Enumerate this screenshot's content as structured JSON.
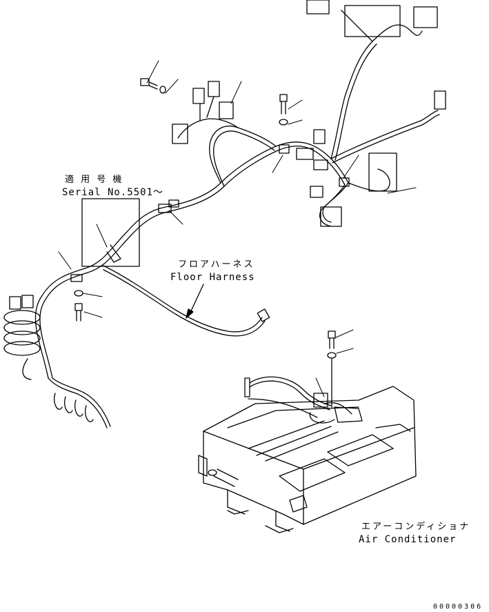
{
  "serial_note": {
    "jp": "適 用 号 機",
    "en": "Serial No.5501～"
  },
  "floor_harness": {
    "jp": "フロアハーネス",
    "en": "Floor Harness"
  },
  "air_conditioner": {
    "jp": "エアーコンディショナ",
    "en": "Air Conditioner"
  },
  "figure_code": "00000306"
}
